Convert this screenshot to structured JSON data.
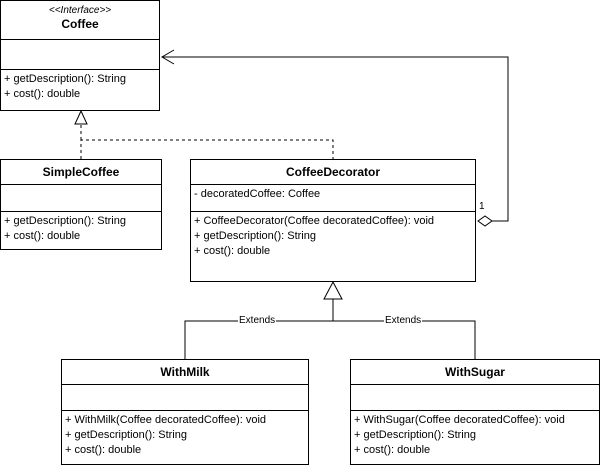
{
  "classes": {
    "coffee": {
      "stereotype": "<<Interface>>",
      "name": "Coffee",
      "attributes": [],
      "methods": [
        "+ getDescription(): String",
        "+ cost(): double"
      ]
    },
    "simple_coffee": {
      "name": "SimpleCoffee",
      "attributes": [],
      "methods": [
        "+ getDescription(): String",
        "+ cost(): double"
      ]
    },
    "coffee_decorator": {
      "name": "CoffeeDecorator",
      "attributes": [
        "- decoratedCoffee: Coffee"
      ],
      "methods": [
        "+ CoffeeDecorator(Coffee decoratedCoffee): void",
        "+ getDescription(): String",
        "+ cost(): double"
      ]
    },
    "with_milk": {
      "name": "WithMilk",
      "attributes": [],
      "methods": [
        "+ WithMilk(Coffee decoratedCoffee): void",
        "+ getDescription(): String",
        "+ cost(): double"
      ]
    },
    "with_sugar": {
      "name": "WithSugar",
      "attributes": [],
      "methods": [
        "+ WithSugar(Coffee decoratedCoffee): void",
        "+ getDescription(): String",
        "+ cost(): double"
      ]
    }
  },
  "relations": {
    "extends_left_label": "Extends",
    "extends_right_label": "Extends",
    "aggregation_multiplicity": "1"
  }
}
